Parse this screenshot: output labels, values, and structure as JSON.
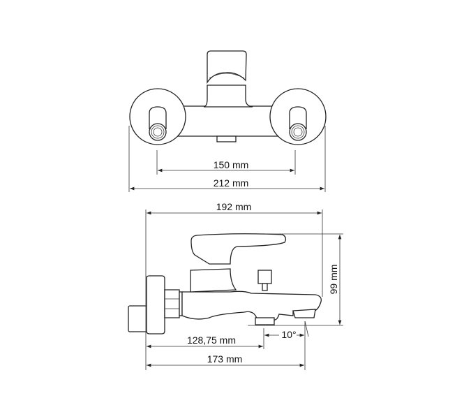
{
  "top_view": {
    "inner_width_label": "150 mm",
    "outer_width_label": "212 mm"
  },
  "side_view": {
    "overall_length_label": "192 mm",
    "height_label": "99 mm",
    "aerator_distance_label": "128,75 mm",
    "angle_label": "10°",
    "spout_distance_label": "173 mm"
  }
}
